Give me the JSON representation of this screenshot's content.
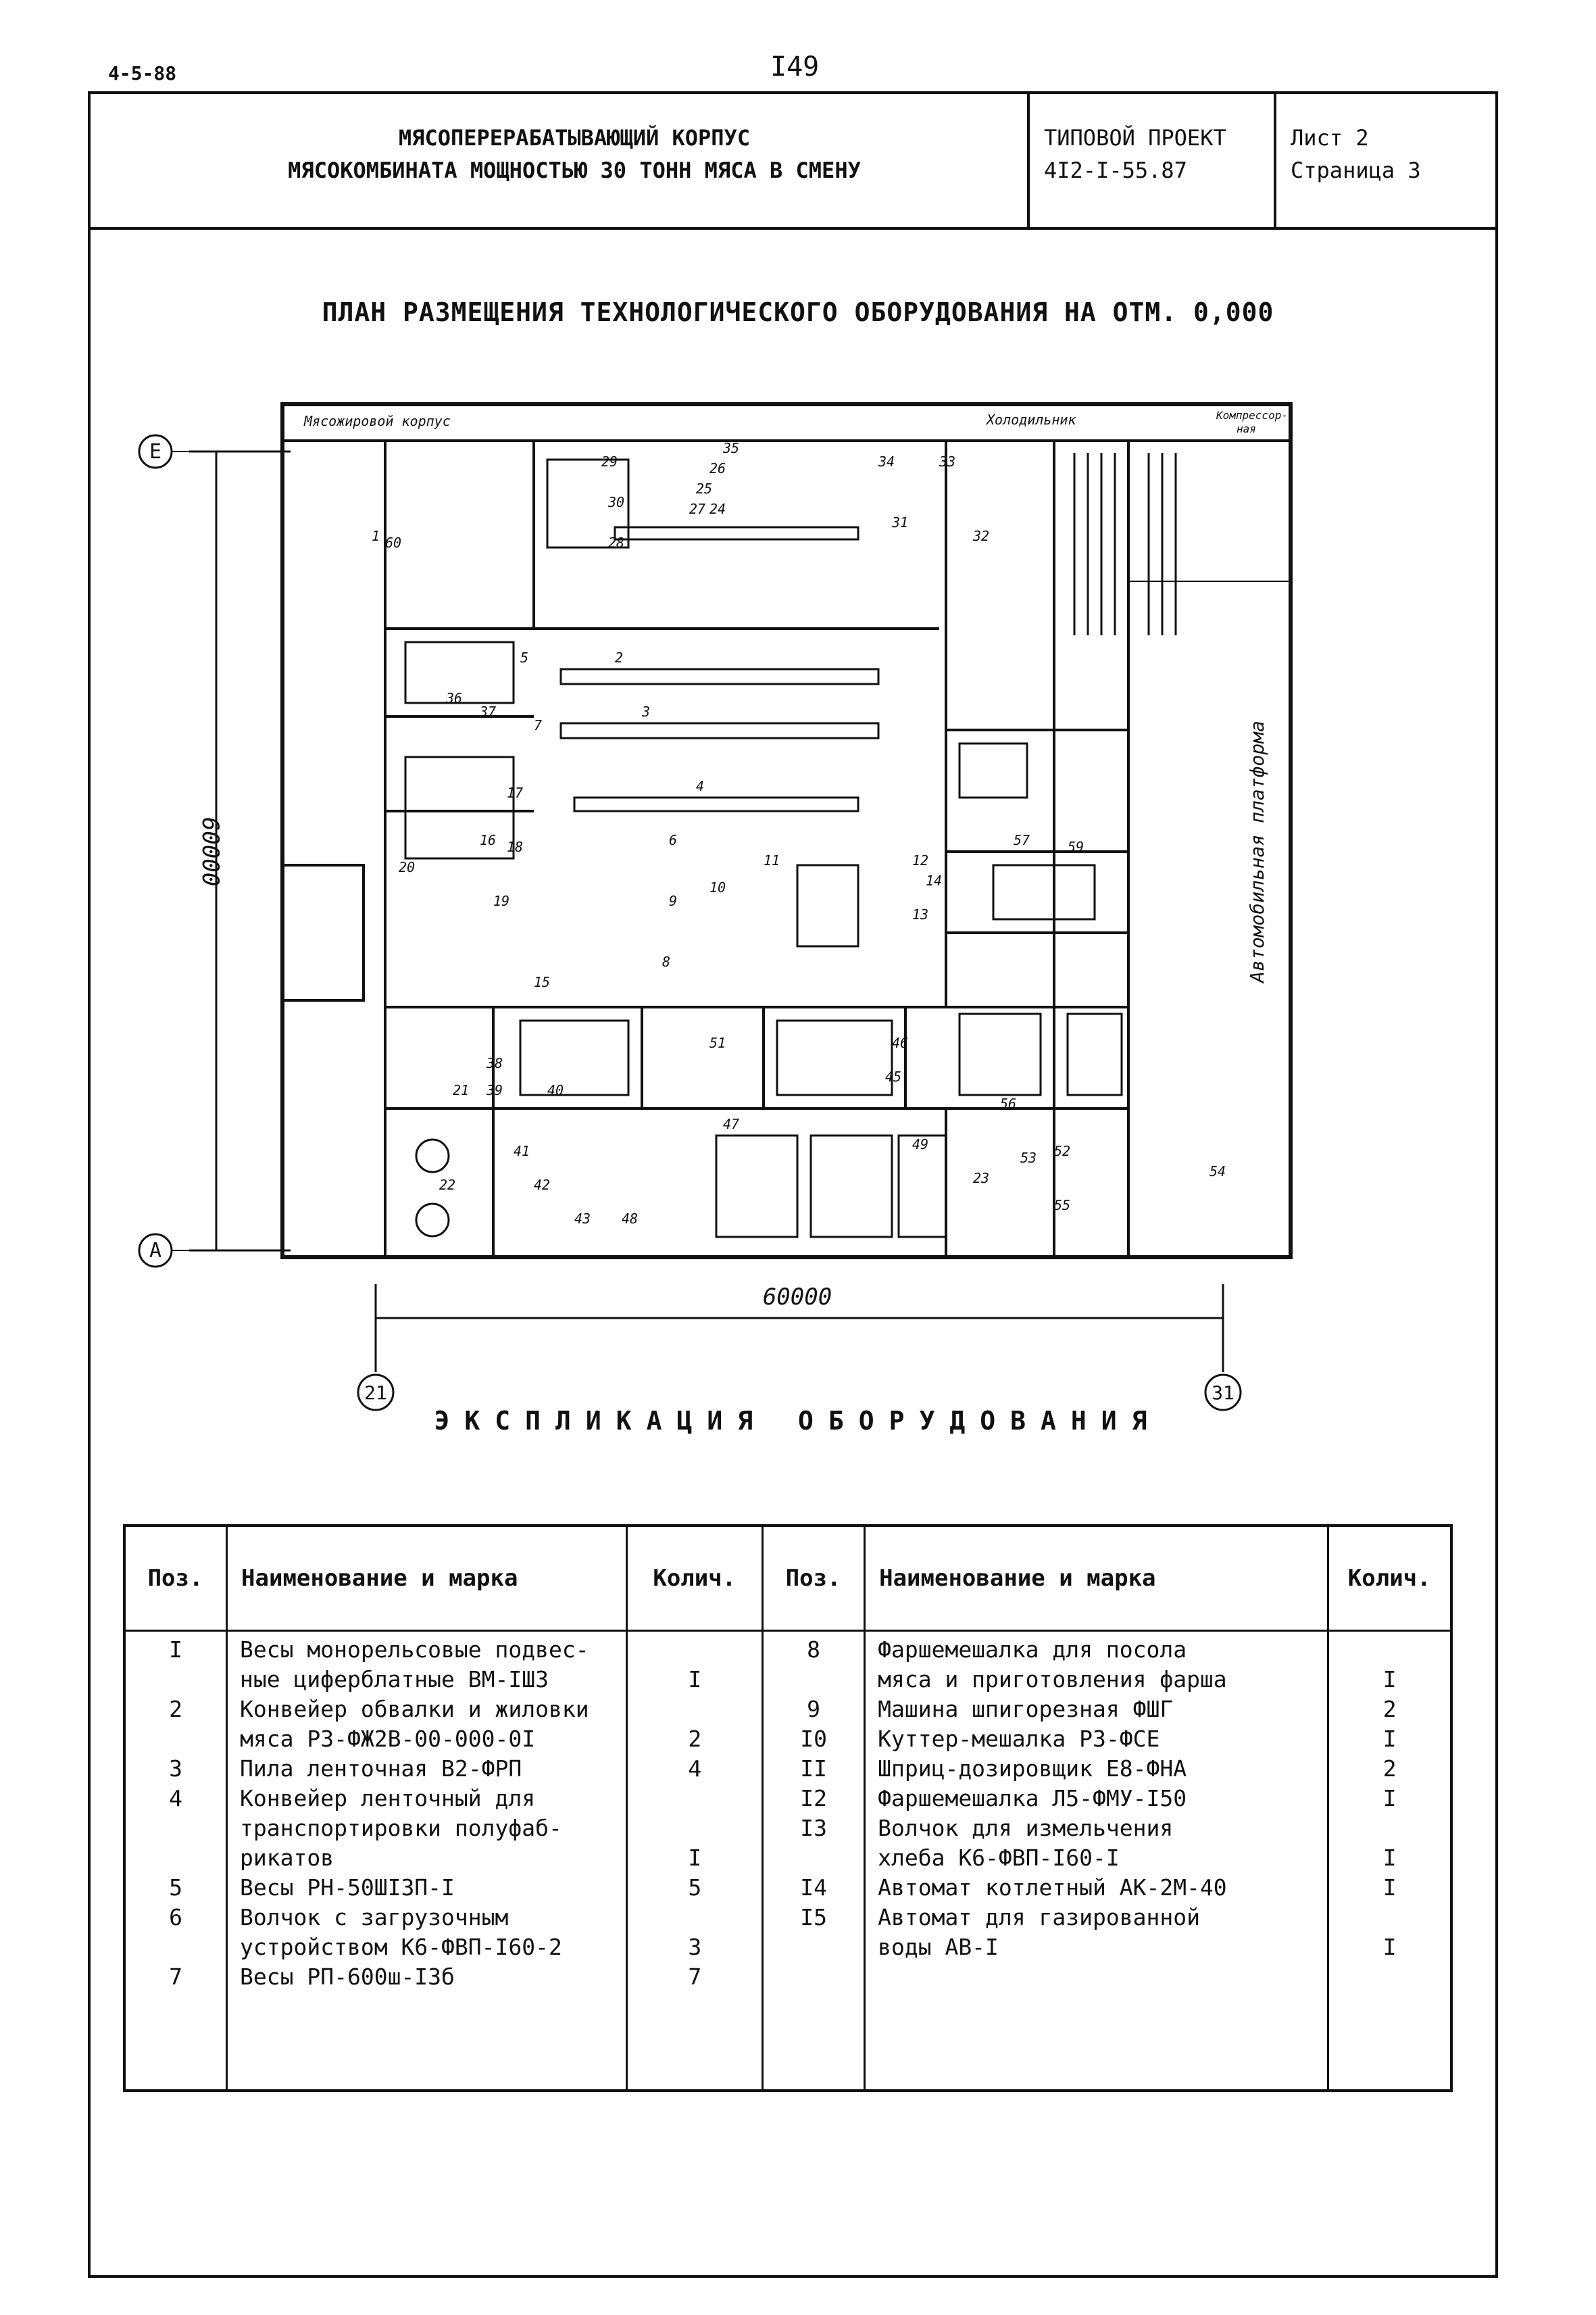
{
  "header": {
    "doc_code": "4-5-88",
    "page_number": "I49"
  },
  "title_block": {
    "title_line1": "МЯСОПЕРЕРАБАТЫВАЮЩИЙ КОРПУС",
    "title_line2": "МЯСОКОМБИНАТА МОЩНОСТЬЮ 30 ТОНН МЯСА В СМЕНУ",
    "project_line1": "ТИПОВОЙ ПРОЕКТ",
    "project_line2": "4I2-I-55.87",
    "sheet_line1": "Лист 2",
    "sheet_line2": "Страница 3"
  },
  "plan": {
    "title": "ПЛАН РАЗМЕЩЕНИЯ ТЕХНОЛОГИЧЕСКОГО ОБОРУДОВАНИЯ НА ОТМ. 0,000",
    "axis_top": "Е",
    "axis_bottom": "А",
    "axis_left_col": "21",
    "axis_right_col": "31",
    "dim_vertical": "60000",
    "dim_horizontal": "60000",
    "label_meat_fat": "Мясожировой корпус",
    "label_cold": "Холодильник",
    "label_compressor1": "Компрессор-",
    "label_compressor2": "ная",
    "label_platform": "Автомобильная платформа",
    "numbers": [
      "1",
      "2",
      "3",
      "4",
      "5",
      "6",
      "7",
      "8",
      "9",
      "10",
      "11",
      "12",
      "13",
      "14",
      "15",
      "16",
      "17",
      "18",
      "19",
      "20",
      "21",
      "22",
      "23",
      "24",
      "25",
      "26",
      "27",
      "28",
      "29",
      "30",
      "31",
      "32",
      "33",
      "34",
      "35",
      "36",
      "37",
      "38",
      "39",
      "40",
      "41",
      "42",
      "43",
      "45",
      "46",
      "47",
      "48",
      "49",
      "51",
      "52",
      "53",
      "54",
      "55",
      "56",
      "57",
      "59",
      "60"
    ]
  },
  "explication": {
    "title": "ЭКСПЛИКАЦИЯ ОБОРУДОВАНИЯ",
    "headers": {
      "pos": "Поз.",
      "name": "Наименование и марка",
      "qty": "Колич."
    },
    "left": [
      {
        "pos": "I",
        "name_lines": [
          "Весы монорельсовые подвес-",
          "ные циферблатные ВМ-IШ3"
        ],
        "qty": "I"
      },
      {
        "pos": "2",
        "name_lines": [
          "Конвейер обвалки и жиловки",
          "мяса РЗ-ФЖ2В-00-000-0I"
        ],
        "qty": "2"
      },
      {
        "pos": "3",
        "name_lines": [
          "Пила ленточная В2-ФРП"
        ],
        "qty": "4"
      },
      {
        "pos": "4",
        "name_lines": [
          "Конвейер ленточный для",
          "транспортировки полуфаб-",
          "рикатов"
        ],
        "qty": "I"
      },
      {
        "pos": "5",
        "name_lines": [
          "Весы РН-50ШI3П-I"
        ],
        "qty": "5"
      },
      {
        "pos": "6",
        "name_lines": [
          "Волчок с загрузочным",
          "устройством К6-ФВП-I60-2"
        ],
        "qty": "3"
      },
      {
        "pos": "7",
        "name_lines": [
          "Весы РП-600ш-I3б"
        ],
        "qty": "7"
      }
    ],
    "right": [
      {
        "pos": "8",
        "name_lines": [
          "Фаршемешалка для посола",
          "мяса и приготовления фарша"
        ],
        "qty": "I"
      },
      {
        "pos": "9",
        "name_lines": [
          "Машина шпигорезная ФШГ"
        ],
        "qty": "2"
      },
      {
        "pos": "I0",
        "name_lines": [
          "Куттер-мешалка РЗ-ФСЕ"
        ],
        "qty": "I"
      },
      {
        "pos": "II",
        "name_lines": [
          "Шприц-дозировщик Е8-ФНА"
        ],
        "qty": "2"
      },
      {
        "pos": "I2",
        "name_lines": [
          "Фаршемешалка Л5-ФМУ-I50"
        ],
        "qty": "I"
      },
      {
        "pos": "I3",
        "name_lines": [
          "Волчок для измельчения",
          "хлеба К6-ФВП-I60-I"
        ],
        "qty": "I"
      },
      {
        "pos": "I4",
        "name_lines": [
          "Автомат котлетный АК-2М-40"
        ],
        "qty": "I"
      },
      {
        "pos": "I5",
        "name_lines": [
          "Автомат для газированной",
          "воды АВ-I"
        ],
        "qty": "I"
      }
    ]
  }
}
